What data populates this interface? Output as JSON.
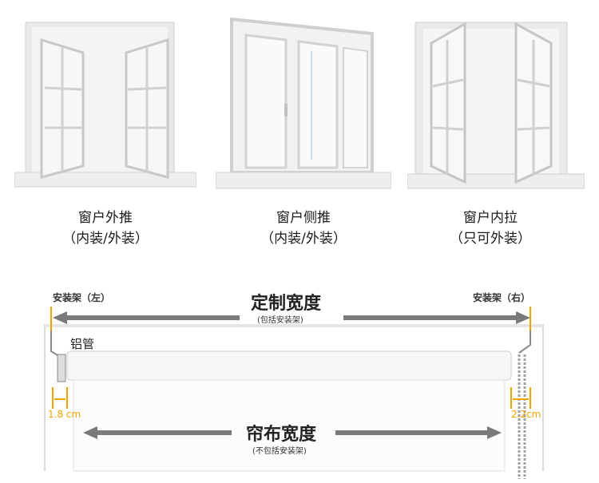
{
  "windows": [
    {
      "name": "窗户外推",
      "note": "（内装/外装）"
    },
    {
      "name": "窗户侧推",
      "note": "（内装/外装）"
    },
    {
      "name": "窗户内拉",
      "note": "（只可外装）"
    }
  ],
  "diagram": {
    "bracket_left": "安装架（左）",
    "bracket_right": "安装架（右）",
    "custom_width": "定制宽度",
    "custom_width_note": "(包括安装架)",
    "tube": "铝管",
    "left_offset": "1.8 cm",
    "right_offset": "2.2cm",
    "fabric_width": "帘布宽度",
    "fabric_width_note": "(不包括安装架)"
  },
  "colors": {
    "accent": "#f0a400",
    "frame": "#e6e6e6",
    "arrow": "#7a7a7a"
  }
}
